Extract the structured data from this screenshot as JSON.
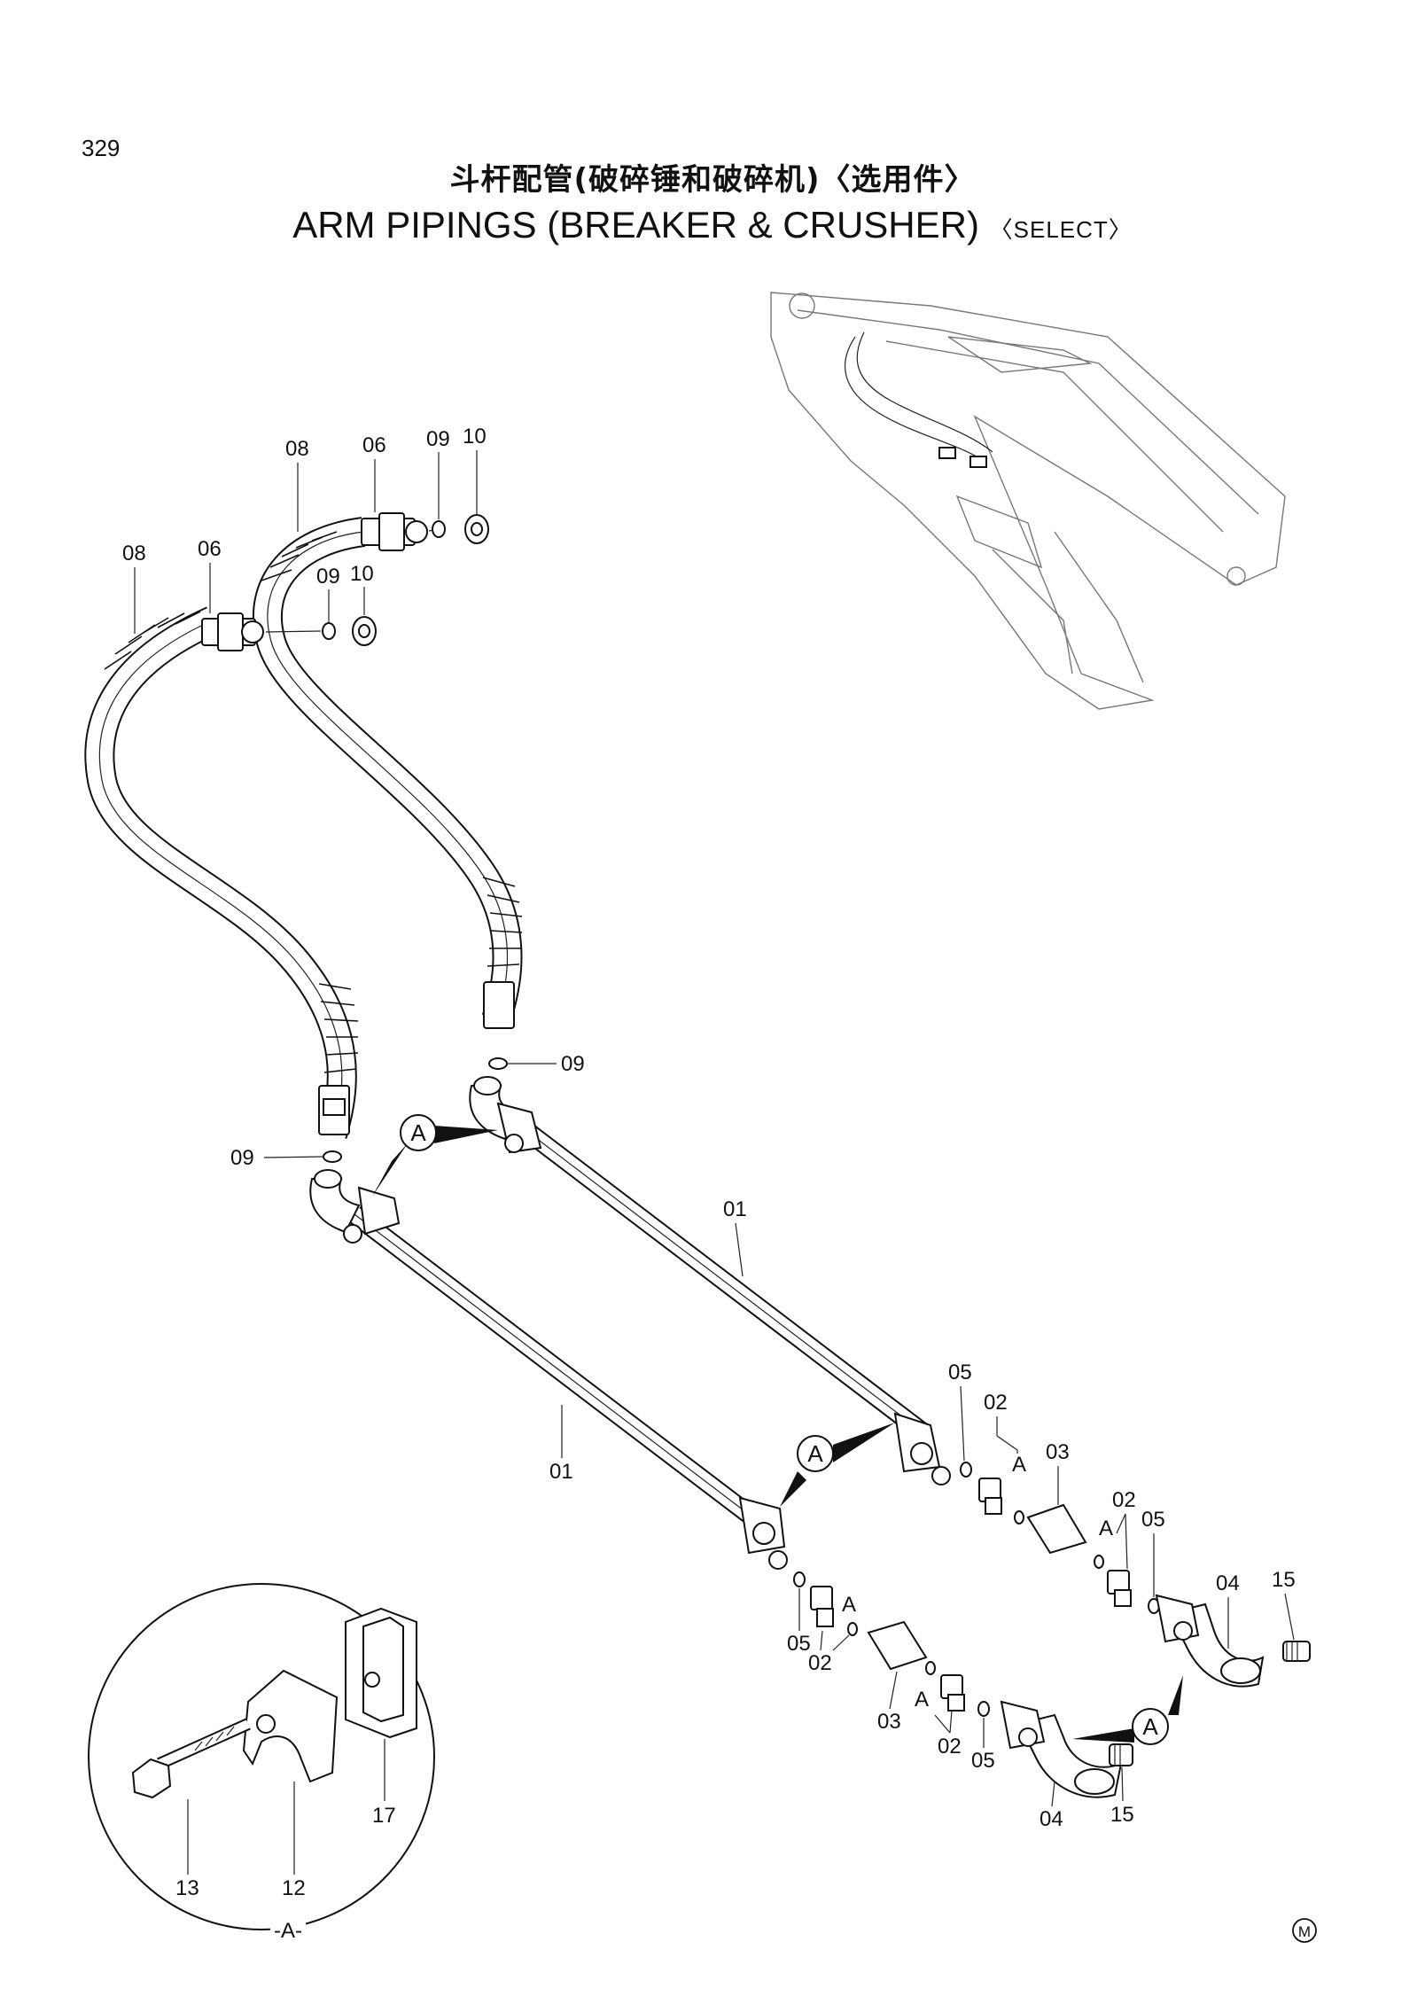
{
  "page_number": "329",
  "title_cn": "斗杆配管(破碎锤和破碎机)〈选用件〉",
  "title_en": "ARM PIPINGS (BREAKER & CRUSHER)",
  "title_en_suffix": "〈SELECT〉",
  "callout_a": "A",
  "detail_view_label": "-A-",
  "mark": "M",
  "part_labels": {
    "p01": "01",
    "p02": "02",
    "p03": "03",
    "p04": "04",
    "p05": "05",
    "p06": "06",
    "p08": "08",
    "p09": "09",
    "p10": "10",
    "p12": "12",
    "p13": "13",
    "p15": "15",
    "p17": "17"
  },
  "colors": {
    "ink": "#111111",
    "paper": "#ffffff"
  }
}
